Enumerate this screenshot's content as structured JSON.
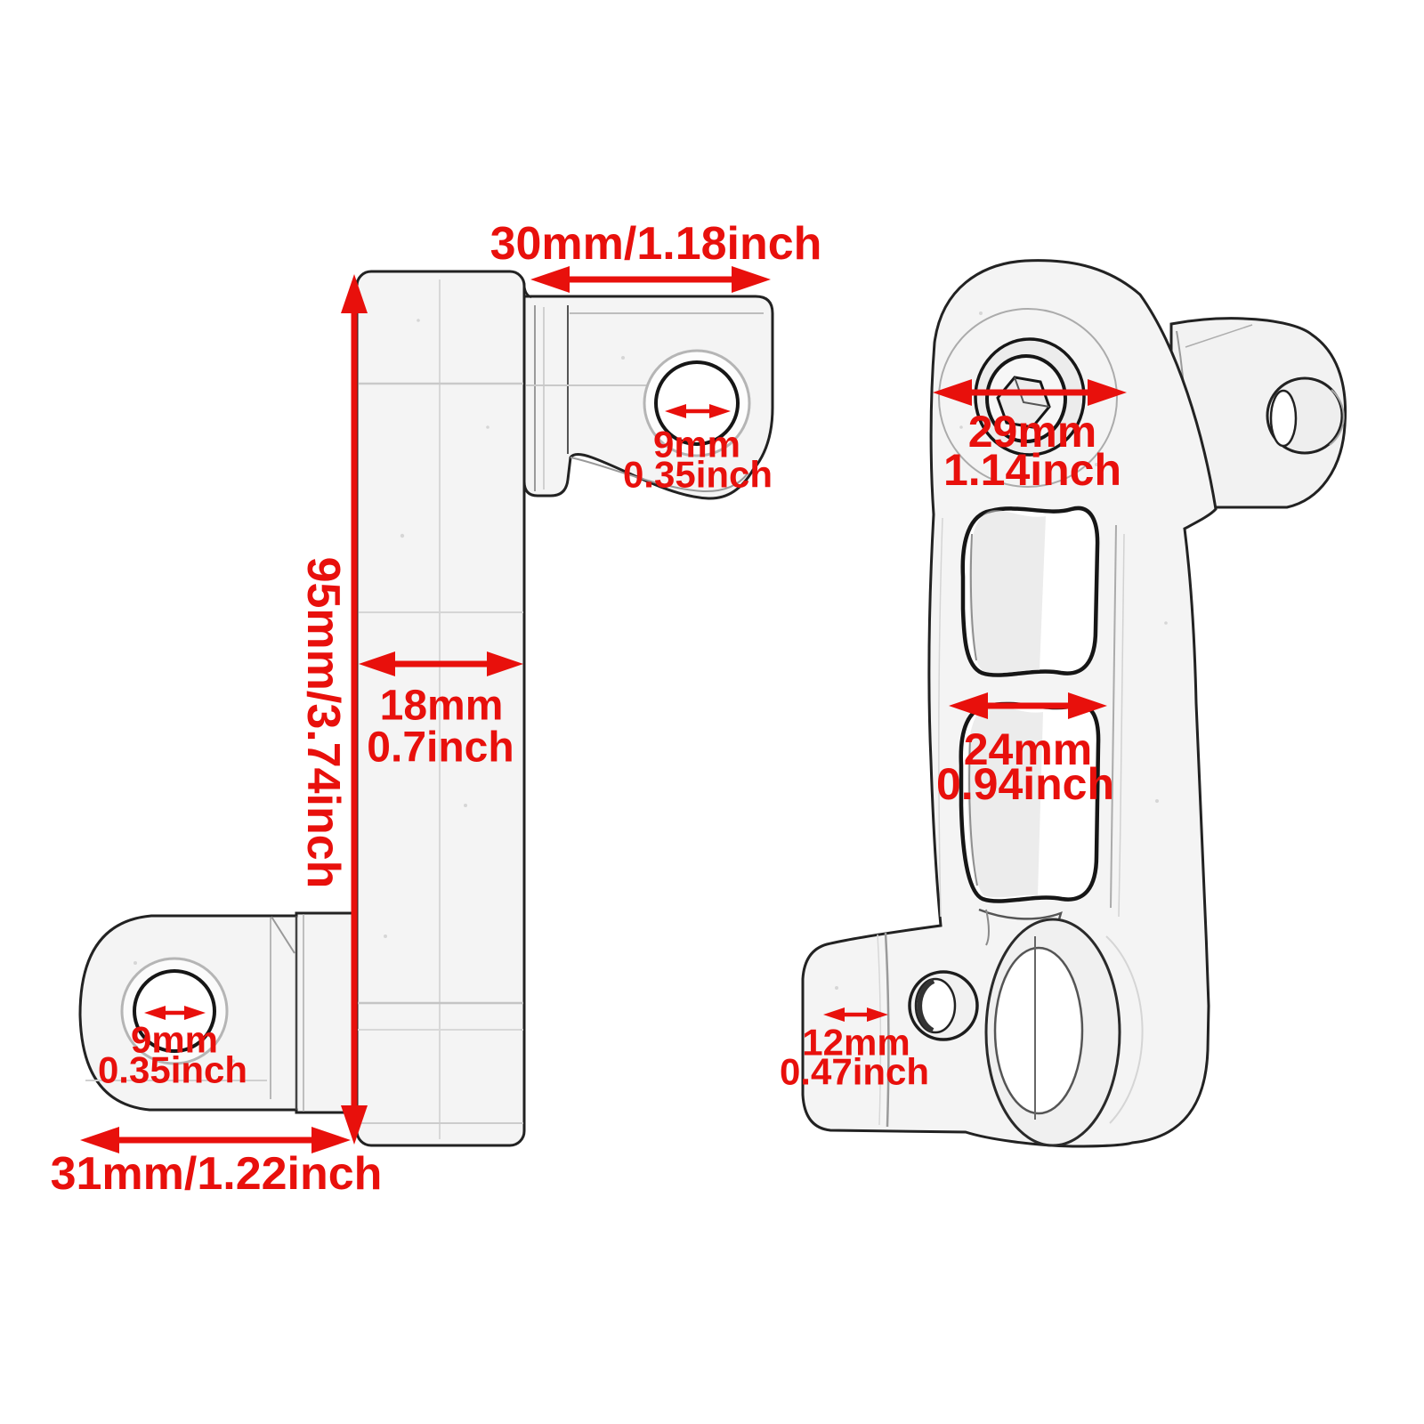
{
  "meta": {
    "description": "Technical dimension drawing of a motorcycle footpeg mounting bracket shown in two views with red dimension annotations",
    "background_color": "#ffffff",
    "outline_color": "#222222",
    "dimension_color": "#e8100c"
  },
  "left_view": {
    "name": "side-view-bracket",
    "dimensions": {
      "top_width": "30mm/1.18inch",
      "height": "95mm/3.74inch",
      "bar_width_line1": "18mm",
      "bar_width_line2": "0.7inch",
      "top_hole_line1": "9mm",
      "top_hole_line2": "0.35inch",
      "peg_hole_line1": "9mm",
      "peg_hole_line2": "0.35inch",
      "bottom_width": "31mm/1.22inch"
    }
  },
  "right_view": {
    "name": "front-view-bracket",
    "dimensions": {
      "head_width_line1": "29mm",
      "head_width_line2": "1.14inch",
      "slot_width_line1": "24mm",
      "slot_width_line2": "0.94inch",
      "bottom_tab_line1": "12mm",
      "bottom_tab_line2": "0.47inch"
    }
  }
}
